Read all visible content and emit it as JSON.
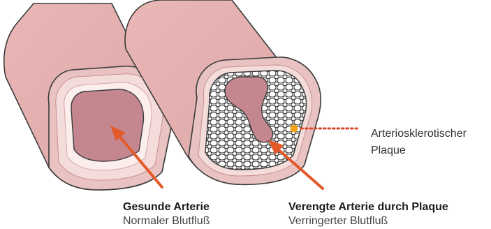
{
  "healthy": {
    "title": "Gesunde Arterie",
    "subtitle": "Normaler Blutfluß"
  },
  "narrowed": {
    "title": "Verengte Arterie durch Plaque",
    "subtitle": "Verringerter Blutfluß"
  },
  "plaque_label": {
    "line1": "Arteriosklerotischer",
    "line2": "Plaque"
  },
  "colors": {
    "vessel_wall": "#e7b4b4",
    "vessel_wall_light": "#f2d6d4",
    "vessel_outline": "#3b3b3b",
    "lumen": "#c98a92",
    "lumen_dark": "#b87880",
    "intima": "#f6e4e2",
    "arrow": "#e35a2a",
    "plaque_dot": "#f2a21b",
    "leader_dots": "#d8472a"
  }
}
